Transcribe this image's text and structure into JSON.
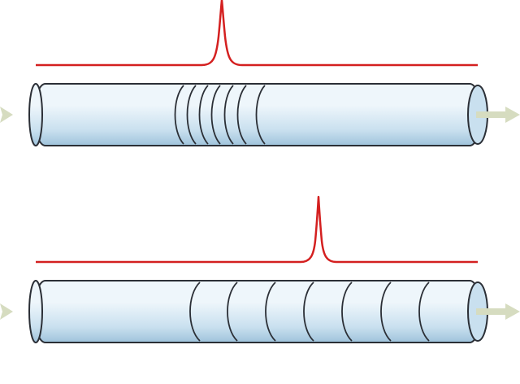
{
  "colors": {
    "background": "#ffffff",
    "trace": "#d42020",
    "tube_light": "#eef6fb",
    "tube_mid": "#c9e0ef",
    "tube_dark": "#9fc3dc",
    "tube_outline": "#2b2f36",
    "flow_arrow": "#d6dcc0"
  },
  "panels": [
    {
      "id": "compressed-coil",
      "coil_turns": 7,
      "coil_spacing": "tight",
      "peak_shape": "narrow-tall",
      "icons": [
        "flow-in-arrow-icon",
        "flow-out-arrow-icon"
      ]
    },
    {
      "id": "spread-coil",
      "coil_turns": 7,
      "coil_spacing": "wide",
      "peak_shape": "narrow-short",
      "icons": [
        "flow-in-arrow-icon",
        "flow-out-arrow-icon"
      ]
    }
  ]
}
